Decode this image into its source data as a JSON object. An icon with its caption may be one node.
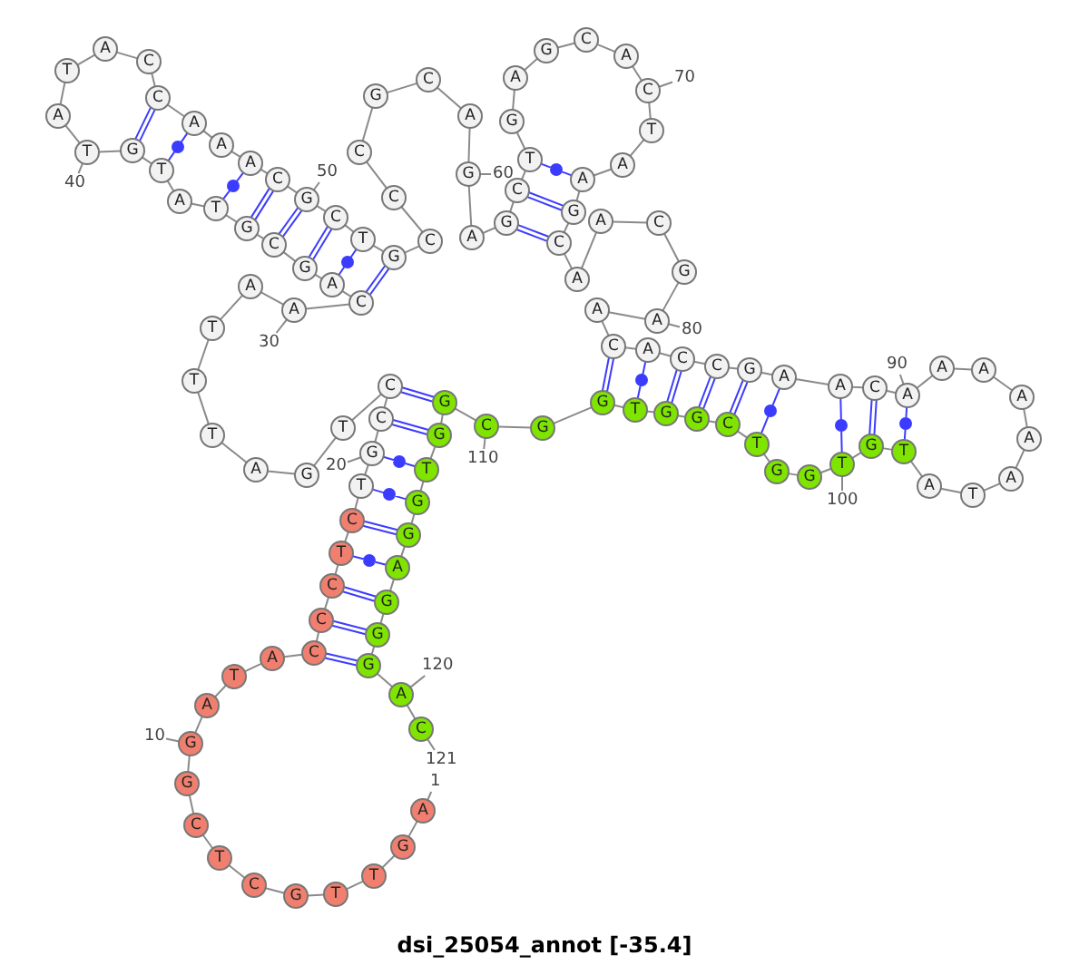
{
  "diagram": {
    "caption": "dsi_25054_annot [-35.4]",
    "nodes": [
      {
        "text": [
          "A"
        ]
      },
      {
        "text": [
          "G"
        ]
      },
      {
        "text": [
          "T"
        ]
      },
      {
        "text": [
          "T"
        ]
      },
      {
        "text": [
          "G"
        ]
      },
      {
        "text": [
          "C"
        ]
      },
      {
        "text": [
          "T"
        ]
      },
      {
        "text": [
          "C"
        ]
      },
      {
        "text": [
          "G"
        ]
      },
      {
        "text": [
          "G"
        ]
      },
      {
        "text": [
          "A"
        ]
      },
      {
        "text": [
          "T"
        ]
      },
      {
        "text": [
          "A"
        ]
      },
      {
        "text": [
          "C"
        ]
      },
      {
        "text": [
          "C"
        ]
      },
      {
        "text": [
          "C"
        ]
      },
      {
        "text": [
          "T"
        ]
      },
      {
        "text": [
          "C"
        ]
      },
      {
        "text": [
          "T"
        ]
      },
      {
        "text": [
          "G"
        ]
      },
      {
        "text": [
          "C"
        ]
      },
      {
        "text": [
          "C"
        ]
      },
      {
        "text": [
          "T"
        ]
      },
      {
        "text": [
          "G"
        ]
      },
      {
        "text": [
          "A"
        ]
      },
      {
        "text": [
          "T"
        ]
      },
      {
        "text": [
          "T"
        ]
      },
      {
        "text": [
          "T"
        ]
      },
      {
        "text": [
          "A"
        ]
      },
      {
        "text": [
          "A"
        ]
      },
      {
        "text": [
          "C"
        ]
      },
      {
        "text": [
          "A"
        ]
      },
      {
        "text": [
          "G"
        ]
      },
      {
        "text": [
          "C"
        ]
      },
      {
        "text": [
          "G"
        ]
      },
      {
        "text": [
          "T"
        ]
      },
      {
        "text": [
          "A"
        ]
      },
      {
        "text": [
          "T"
        ]
      },
      {
        "text": [
          "G"
        ]
      },
      {
        "text": [
          "T"
        ]
      },
      {
        "text": [
          "A"
        ]
      },
      {
        "text": [
          "T"
        ]
      },
      {
        "text": [
          "A"
        ]
      },
      {
        "text": [
          "C"
        ]
      },
      {
        "text": [
          "C"
        ]
      },
      {
        "text": [
          "A"
        ]
      },
      {
        "text": [
          "A"
        ]
      },
      {
        "text": [
          "A"
        ]
      },
      {
        "text": [
          "C"
        ]
      },
      {
        "text": [
          "G"
        ]
      },
      {
        "text": [
          "C"
        ]
      },
      {
        "text": [
          "T"
        ]
      },
      {
        "text": [
          "G"
        ]
      },
      {
        "text": [
          "C"
        ]
      },
      {
        "text": [
          "C"
        ]
      },
      {
        "text": [
          "C"
        ]
      },
      {
        "text": [
          "G"
        ]
      },
      {
        "text": [
          "C"
        ]
      },
      {
        "text": [
          "A"
        ]
      },
      {
        "text": [
          "G"
        ]
      },
      {
        "text": [
          "A"
        ]
      },
      {
        "text": [
          "G"
        ]
      },
      {
        "text": [
          "C"
        ]
      },
      {
        "text": [
          "T"
        ]
      },
      {
        "text": [
          "G"
        ]
      },
      {
        "text": [
          "A"
        ]
      },
      {
        "text": [
          "G"
        ]
      },
      {
        "text": [
          "C"
        ]
      },
      {
        "text": [
          "A"
        ]
      },
      {
        "text": [
          "C"
        ]
      },
      {
        "text": [
          "T"
        ]
      },
      {
        "text": [
          "A"
        ]
      },
      {
        "text": [
          "A"
        ]
      },
      {
        "text": [
          "G"
        ]
      },
      {
        "text": [
          "C"
        ]
      },
      {
        "text": [
          "A"
        ]
      },
      {
        "text": [
          "A"
        ]
      },
      {
        "text": [
          "C"
        ]
      },
      {
        "text": [
          "G"
        ]
      },
      {
        "text": [
          "A"
        ]
      },
      {
        "text": [
          "A"
        ]
      },
      {
        "text": [
          "C"
        ]
      },
      {
        "text": [
          "A"
        ]
      },
      {
        "text": [
          "C"
        ]
      },
      {
        "text": [
          "C"
        ]
      },
      {
        "text": [
          "G"
        ]
      },
      {
        "text": [
          "A"
        ]
      },
      {
        "text": [
          "A"
        ]
      },
      {
        "text": [
          "C"
        ]
      },
      {
        "text": [
          "A"
        ]
      },
      {
        "text": [
          "A"
        ]
      },
      {
        "text": [
          "A"
        ]
      },
      {
        "text": [
          "A"
        ]
      },
      {
        "text": [
          "A"
        ]
      },
      {
        "text": [
          "A"
        ]
      },
      {
        "text": [
          "T"
        ]
      },
      {
        "text": [
          "A"
        ]
      },
      {
        "text": [
          "T"
        ]
      },
      {
        "text": [
          "G"
        ]
      },
      {
        "text": [
          "T"
        ]
      },
      {
        "text": [
          "G"
        ]
      },
      {
        "text": [
          "G"
        ]
      },
      {
        "text": [
          "T"
        ]
      },
      {
        "text": [
          "C"
        ]
      },
      {
        "text": [
          "G"
        ]
      },
      {
        "text": [
          "G"
        ]
      },
      {
        "text": [
          "T"
        ]
      },
      {
        "text": [
          "G"
        ]
      },
      {
        "text": [
          "G"
        ]
      },
      {
        "text": [
          "C"
        ]
      },
      {
        "text": [
          "G"
        ]
      },
      {
        "text": [
          "G"
        ]
      },
      {
        "text": [
          "T"
        ]
      },
      {
        "text": [
          "G"
        ]
      },
      {
        "text": [
          "G"
        ]
      },
      {
        "text": [
          "A"
        ]
      },
      {
        "text": [
          "G"
        ]
      },
      {
        "text": [
          "G"
        ]
      },
      {
        "text": [
          "G"
        ]
      },
      {
        "text": [
          "A"
        ]
      },
      {
        "text": [
          "C"
        ]
      },
      {
        "text": [
          "1"
        ]
      },
      {
        "text": [
          "10"
        ]
      },
      {
        "text": [
          "20"
        ]
      },
      {
        "text": [
          "30"
        ]
      },
      {
        "text": [
          "40"
        ]
      },
      {
        "text": [
          "50"
        ]
      },
      {
        "text": [
          "60"
        ]
      },
      {
        "text": [
          "70"
        ]
      },
      {
        "text": [
          "80"
        ]
      },
      {
        "text": [
          "90"
        ]
      },
      {
        "text": [
          "100"
        ]
      },
      {
        "text": [
          "110"
        ]
      },
      {
        "text": [
          "120"
        ]
      },
      {
        "text": [
          "121"
        ]
      }
    ],
    "edges": [
      {
        "from": 0,
        "to": 1,
        "arrow": "none"
      },
      {
        "from": 1,
        "to": 2,
        "arrow": "none"
      },
      {
        "from": 2,
        "to": 3,
        "arrow": "none"
      },
      {
        "from": 3,
        "to": 4,
        "arrow": "none"
      },
      {
        "from": 4,
        "to": 5,
        "arrow": "none"
      },
      {
        "from": 5,
        "to": 6,
        "arrow": "none"
      },
      {
        "from": 6,
        "to": 7,
        "arrow": "none"
      },
      {
        "from": 7,
        "to": 8,
        "arrow": "none"
      },
      {
        "from": 8,
        "to": 9,
        "arrow": "none"
      },
      {
        "from": 9,
        "to": 10,
        "arrow": "none"
      },
      {
        "from": 10,
        "to": 11,
        "arrow": "none"
      },
      {
        "from": 11,
        "to": 12,
        "arrow": "none"
      },
      {
        "from": 12,
        "to": 13,
        "arrow": "none"
      },
      {
        "from": 13,
        "to": 14,
        "arrow": "none"
      },
      {
        "from": 14,
        "to": 15,
        "arrow": "none"
      },
      {
        "from": 15,
        "to": 16,
        "arrow": "none"
      },
      {
        "from": 16,
        "to": 17,
        "arrow": "none"
      },
      {
        "from": 17,
        "to": 18,
        "arrow": "none"
      },
      {
        "from": 18,
        "to": 19,
        "arrow": "none"
      },
      {
        "from": 19,
        "to": 20,
        "arrow": "none"
      },
      {
        "from": 20,
        "to": 21,
        "arrow": "none"
      },
      {
        "from": 21,
        "to": 22,
        "arrow": "none"
      },
      {
        "from": 22,
        "to": 23,
        "arrow": "none"
      },
      {
        "from": 23,
        "to": 24,
        "arrow": "none"
      },
      {
        "from": 24,
        "to": 25,
        "arrow": "none"
      },
      {
        "from": 25,
        "to": 26,
        "arrow": "none"
      },
      {
        "from": 26,
        "to": 27,
        "arrow": "none"
      },
      {
        "from": 27,
        "to": 28,
        "arrow": "none"
      },
      {
        "from": 28,
        "to": 29,
        "arrow": "none"
      },
      {
        "from": 29,
        "to": 30,
        "arrow": "none"
      },
      {
        "from": 30,
        "to": 31,
        "arrow": "none"
      },
      {
        "from": 31,
        "to": 32,
        "arrow": "none"
      },
      {
        "from": 32,
        "to": 33,
        "arrow": "none"
      },
      {
        "from": 33,
        "to": 34,
        "arrow": "none"
      },
      {
        "from": 34,
        "to": 35,
        "arrow": "none"
      },
      {
        "from": 35,
        "to": 36,
        "arrow": "none"
      },
      {
        "from": 36,
        "to": 37,
        "arrow": "none"
      },
      {
        "from": 37,
        "to": 38,
        "arrow": "none"
      },
      {
        "from": 38,
        "to": 39,
        "arrow": "none"
      },
      {
        "from": 39,
        "to": 40,
        "arrow": "none"
      },
      {
        "from": 40,
        "to": 41,
        "arrow": "none"
      },
      {
        "from": 41,
        "to": 42,
        "arrow": "none"
      },
      {
        "from": 42,
        "to": 43,
        "arrow": "none"
      },
      {
        "from": 43,
        "to": 44,
        "arrow": "none"
      },
      {
        "from": 44,
        "to": 45,
        "arrow": "none"
      },
      {
        "from": 45,
        "to": 46,
        "arrow": "none"
      },
      {
        "from": 46,
        "to": 47,
        "arrow": "none"
      },
      {
        "from": 47,
        "to": 48,
        "arrow": "none"
      },
      {
        "from": 48,
        "to": 49,
        "arrow": "none"
      },
      {
        "from": 49,
        "to": 50,
        "arrow": "none"
      },
      {
        "from": 50,
        "to": 51,
        "arrow": "none"
      },
      {
        "from": 51,
        "to": 52,
        "arrow": "none"
      },
      {
        "from": 52,
        "to": 53,
        "arrow": "none"
      },
      {
        "from": 53,
        "to": 54,
        "arrow": "none"
      },
      {
        "from": 54,
        "to": 55,
        "arrow": "none"
      },
      {
        "from": 55,
        "to": 56,
        "arrow": "none"
      },
      {
        "from": 56,
        "to": 57,
        "arrow": "none"
      },
      {
        "from": 57,
        "to": 58,
        "arrow": "none"
      },
      {
        "from": 58,
        "to": 59,
        "arrow": "none"
      },
      {
        "from": 59,
        "to": 60,
        "arrow": "none"
      },
      {
        "from": 60,
        "to": 61,
        "arrow": "none"
      },
      {
        "from": 61,
        "to": 62,
        "arrow": "none"
      },
      {
        "from": 62,
        "to": 63,
        "arrow": "none"
      },
      {
        "from": 63,
        "to": 64,
        "arrow": "none"
      },
      {
        "from": 64,
        "to": 65,
        "arrow": "none"
      },
      {
        "from": 65,
        "to": 66,
        "arrow": "none"
      },
      {
        "from": 66,
        "to": 67,
        "arrow": "none"
      },
      {
        "from": 67,
        "to": 68,
        "arrow": "none"
      },
      {
        "from": 68,
        "to": 69,
        "arrow": "none"
      },
      {
        "from": 69,
        "to": 70,
        "arrow": "none"
      },
      {
        "from": 70,
        "to": 71,
        "arrow": "none"
      },
      {
        "from": 71,
        "to": 72,
        "arrow": "none"
      },
      {
        "from": 72,
        "to": 73,
        "arrow": "none"
      },
      {
        "from": 73,
        "to": 74,
        "arrow": "none"
      },
      {
        "from": 74,
        "to": 75,
        "arrow": "none"
      },
      {
        "from": 75,
        "to": 76,
        "arrow": "none"
      },
      {
        "from": 76,
        "to": 77,
        "arrow": "none"
      },
      {
        "from": 77,
        "to": 78,
        "arrow": "none"
      },
      {
        "from": 78,
        "to": 79,
        "arrow": "none"
      },
      {
        "from": 79,
        "to": 80,
        "arrow": "none"
      },
      {
        "from": 80,
        "to": 81,
        "arrow": "none"
      },
      {
        "from": 81,
        "to": 82,
        "arrow": "none"
      },
      {
        "from": 82,
        "to": 83,
        "arrow": "none"
      },
      {
        "from": 83,
        "to": 84,
        "arrow": "none"
      },
      {
        "from": 84,
        "to": 85,
        "arrow": "none"
      },
      {
        "from": 85,
        "to": 86,
        "arrow": "none"
      },
      {
        "from": 86,
        "to": 87,
        "arrow": "none"
      },
      {
        "from": 87,
        "to": 88,
        "arrow": "none"
      },
      {
        "from": 88,
        "to": 89,
        "arrow": "none"
      },
      {
        "from": 89,
        "to": 90,
        "arrow": "none"
      },
      {
        "from": 90,
        "to": 91,
        "arrow": "none"
      },
      {
        "from": 91,
        "to": 92,
        "arrow": "none"
      },
      {
        "from": 92,
        "to": 93,
        "arrow": "none"
      },
      {
        "from": 93,
        "to": 94,
        "arrow": "none"
      },
      {
        "from": 94,
        "to": 95,
        "arrow": "none"
      },
      {
        "from": 95,
        "to": 96,
        "arrow": "none"
      },
      {
        "from": 96,
        "to": 97,
        "arrow": "none"
      },
      {
        "from": 97,
        "to": 98,
        "arrow": "none"
      },
      {
        "from": 98,
        "to": 99,
        "arrow": "none"
      },
      {
        "from": 99,
        "to": 100,
        "arrow": "none"
      },
      {
        "from": 100,
        "to": 101,
        "arrow": "none"
      },
      {
        "from": 101,
        "to": 102,
        "arrow": "none"
      },
      {
        "from": 102,
        "to": 103,
        "arrow": "none"
      },
      {
        "from": 103,
        "to": 104,
        "arrow": "none"
      },
      {
        "from": 104,
        "to": 105,
        "arrow": "none"
      },
      {
        "from": 105,
        "to": 106,
        "arrow": "none"
      },
      {
        "from": 106,
        "to": 107,
        "arrow": "none"
      },
      {
        "from": 107,
        "to": 108,
        "arrow": "none"
      },
      {
        "from": 108,
        "to": 109,
        "arrow": "none"
      },
      {
        "from": 109,
        "to": 110,
        "arrow": "none"
      },
      {
        "from": 110,
        "to": 111,
        "arrow": "none"
      },
      {
        "from": 111,
        "to": 112,
        "arrow": "none"
      },
      {
        "from": 112,
        "to": 113,
        "arrow": "none"
      },
      {
        "from": 113,
        "to": 114,
        "arrow": "none"
      },
      {
        "from": 114,
        "to": 115,
        "arrow": "none"
      },
      {
        "from": 115,
        "to": 116,
        "arrow": "none"
      },
      {
        "from": 116,
        "to": 117,
        "arrow": "none"
      },
      {
        "from": 117,
        "to": 118,
        "arrow": "none"
      },
      {
        "from": 118,
        "to": 119,
        "arrow": "none"
      },
      {
        "from": 119,
        "to": 120,
        "arrow": "none"
      },
      {
        "from": 13,
        "to": 118,
        "arrow": "none",
        "color": "#3c3cff"
      },
      {
        "from": 14,
        "to": 117,
        "arrow": "none",
        "color": "#3c3cff"
      },
      {
        "from": 15,
        "to": 116,
        "arrow": "none",
        "color": "#3c3cff"
      },
      {
        "from": 16,
        "to": 115,
        "arrow": "none",
        "color": "#3c3cff"
      },
      {
        "from": 17,
        "to": 114,
        "arrow": "none",
        "color": "#3c3cff"
      },
      {
        "from": 18,
        "to": 113,
        "arrow": "none",
        "color": "#3c3cff"
      },
      {
        "from": 19,
        "to": 112,
        "arrow": "none",
        "color": "#3c3cff"
      },
      {
        "from": 20,
        "to": 111,
        "arrow": "none",
        "color": "#3c3cff"
      },
      {
        "from": 21,
        "to": 110,
        "arrow": "none",
        "color": "#3c3cff"
      },
      {
        "from": 30,
        "to": 52,
        "arrow": "none",
        "color": "#3c3cff"
      },
      {
        "from": 31,
        "to": 51,
        "arrow": "none",
        "color": "#3c3cff"
      },
      {
        "from": 32,
        "to": 50,
        "arrow": "none",
        "color": "#3c3cff"
      },
      {
        "from": 33,
        "to": 49,
        "arrow": "none",
        "color": "#3c3cff"
      },
      {
        "from": 34,
        "to": 48,
        "arrow": "none",
        "color": "#3c3cff"
      },
      {
        "from": 35,
        "to": 47,
        "arrow": "none",
        "color": "#3c3cff"
      },
      {
        "from": 37,
        "to": 45,
        "arrow": "none",
        "color": "#3c3cff"
      },
      {
        "from": 38,
        "to": 44,
        "arrow": "none",
        "color": "#3c3cff"
      },
      {
        "from": 61,
        "to": 74,
        "arrow": "none",
        "color": "#3c3cff"
      },
      {
        "from": 62,
        "to": 73,
        "arrow": "none",
        "color": "#3c3cff"
      },
      {
        "from": 63,
        "to": 72,
        "arrow": "none",
        "color": "#3c3cff"
      },
      {
        "from": 81,
        "to": 107,
        "arrow": "none",
        "color": "#3c3cff"
      },
      {
        "from": 82,
        "to": 106,
        "arrow": "none",
        "color": "#3c3cff"
      },
      {
        "from": 83,
        "to": 105,
        "arrow": "none",
        "color": "#3c3cff"
      },
      {
        "from": 84,
        "to": 104,
        "arrow": "none",
        "color": "#3c3cff"
      },
      {
        "from": 85,
        "to": 103,
        "arrow": "none",
        "color": "#3c3cff"
      },
      {
        "from": 86,
        "to": 102,
        "arrow": "none",
        "color": "#3c3cff"
      },
      {
        "from": 87,
        "to": 99,
        "arrow": "none",
        "color": "#3c3cff"
      },
      {
        "from": 88,
        "to": 98,
        "arrow": "none",
        "color": "#3c3cff"
      },
      {
        "from": 89,
        "to": 97,
        "arrow": "none",
        "color": "#3c3cff"
      },
      {
        "from": 121,
        "to": 0,
        "arrow": "none"
      },
      {
        "from": 122,
        "to": 9,
        "arrow": "none"
      },
      {
        "from": 123,
        "to": 19,
        "arrow": "none"
      },
      {
        "from": 124,
        "to": 29,
        "arrow": "none"
      },
      {
        "from": 125,
        "to": 39,
        "arrow": "none"
      },
      {
        "from": 126,
        "to": 49,
        "arrow": "none"
      },
      {
        "from": 127,
        "to": 59,
        "arrow": "none"
      },
      {
        "from": 128,
        "to": 69,
        "arrow": "none"
      },
      {
        "from": 129,
        "to": 79,
        "arrow": "none"
      },
      {
        "from": 130,
        "to": 89,
        "arrow": "none"
      },
      {
        "from": 131,
        "to": 99,
        "arrow": "none"
      },
      {
        "from": 132,
        "to": 109,
        "arrow": "none"
      },
      {
        "from": 133,
        "to": 119,
        "arrow": "none"
      },
      {
        "from": 134,
        "to": 120,
        "arrow": "none"
      }
    ]
  }
}
